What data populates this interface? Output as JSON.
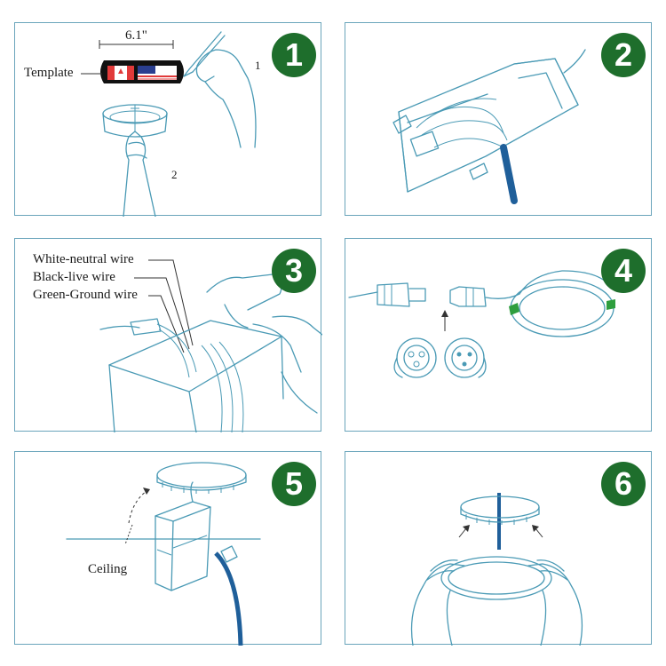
{
  "colors": {
    "frame": "#6aa5bb",
    "line": "#4a9ab5",
    "badge": "#1e6e2c",
    "cable": "#1f5f9a",
    "clip": "#2e9e3e"
  },
  "steps": [
    {
      "number": "1",
      "labels": {
        "dimension": "6.1\"",
        "template": "Template",
        "sub1": "1",
        "sub2": "2"
      }
    },
    {
      "number": "2"
    },
    {
      "number": "3",
      "labels": {
        "white": "White-neutral wire",
        "black": "Black-live wire",
        "green": "Green-Ground wire"
      }
    },
    {
      "number": "4"
    },
    {
      "number": "5",
      "labels": {
        "ceiling": "Ceiling"
      }
    },
    {
      "number": "6"
    }
  ]
}
